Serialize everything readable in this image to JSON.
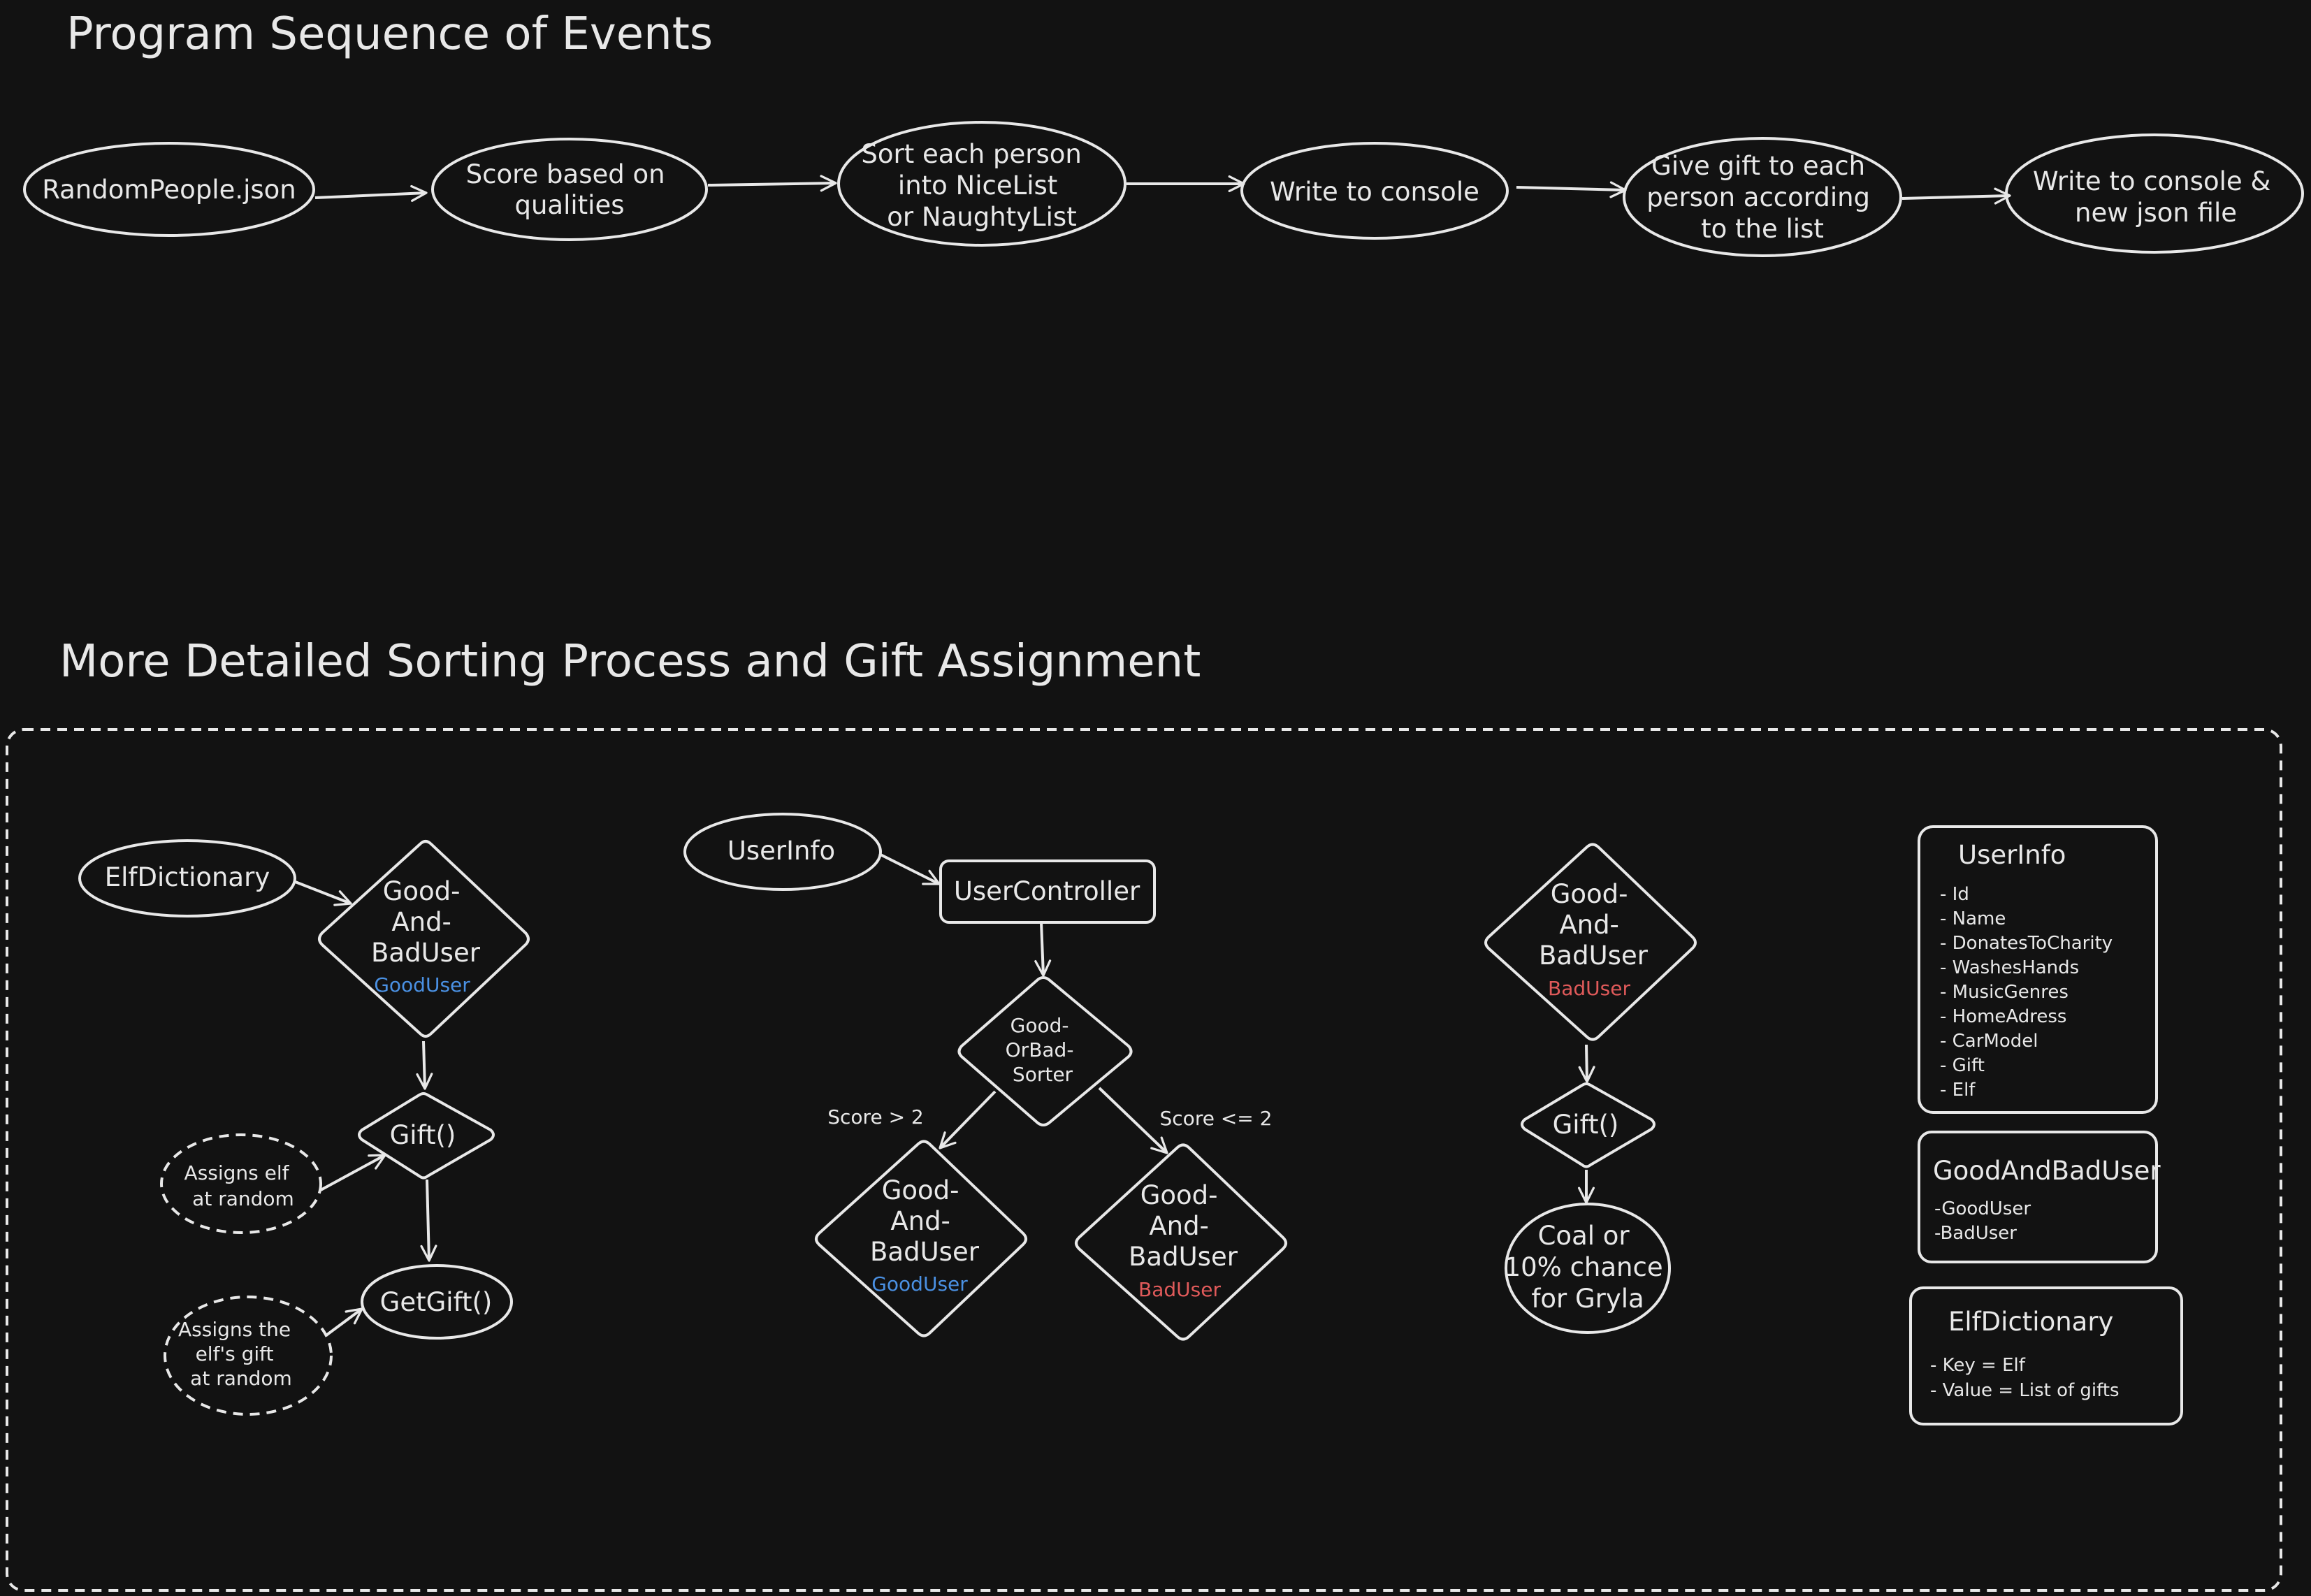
{
  "titles": {
    "sequence": "Program Sequence of Events",
    "detailed": "More Detailed Sorting Process and Gift Assignment"
  },
  "sequence": [
    [
      "RandomPeople.json"
    ],
    [
      "Score based on",
      "qualities"
    ],
    [
      "Sort each person",
      "into NiceList",
      "or NaughtyList"
    ],
    [
      "Write to console"
    ],
    [
      "Give gift to each",
      "person according",
      "to the list"
    ],
    [
      "Write to console &",
      "new json file"
    ]
  ],
  "left": {
    "elf_dictionary": "ElfDictionary",
    "good_and_bad_user": [
      "Good-",
      "And-",
      "BadUser"
    ],
    "good_user": "GoodUser",
    "gift": "Gift()",
    "get_gift": "GetGift()",
    "assigns_elf": [
      "Assigns elf",
      "at random"
    ],
    "assigns_gift": [
      "Assigns the",
      "elf's gift",
      "at random"
    ]
  },
  "middle": {
    "user_info": "UserInfo",
    "user_controller": "UserController",
    "sorter": [
      "Good-",
      "OrBad-",
      "Sorter"
    ],
    "score_gt": "Score > 2",
    "score_le": "Score <= 2",
    "good_node": [
      "Good-",
      "And-",
      "BadUser"
    ],
    "good_user": "GoodUser",
    "bad_node": [
      "Good-",
      "And-",
      "BadUser"
    ],
    "bad_user": "BadUser"
  },
  "right": {
    "bad_node": [
      "Good-",
      "And-",
      "BadUser"
    ],
    "bad_user": "BadUser",
    "gift": "Gift()",
    "coal": [
      "Coal or",
      "10% chance",
      "for Gryla"
    ]
  },
  "legend": {
    "user_info_title": "UserInfo",
    "user_info_fields": [
      "- Id",
      "- Name",
      "- DonatesToCharity",
      "- WashesHands",
      "- MusicGenres",
      "- HomeAdress",
      "- CarModel",
      "- Gift",
      "- Elf"
    ],
    "good_bad_title": "GoodAndBadUser",
    "good_bad_fields": [
      "-GoodUser",
      "-BadUser"
    ],
    "elf_dict_title": "ElfDictionary",
    "elf_dict_fields": [
      "- Key = Elf",
      "- Value = List of gifts"
    ]
  },
  "colors": {
    "background": "#121212",
    "stroke": "#e8e8e8",
    "good_user": "#4a90e2",
    "bad_user": "#e05a5a"
  }
}
